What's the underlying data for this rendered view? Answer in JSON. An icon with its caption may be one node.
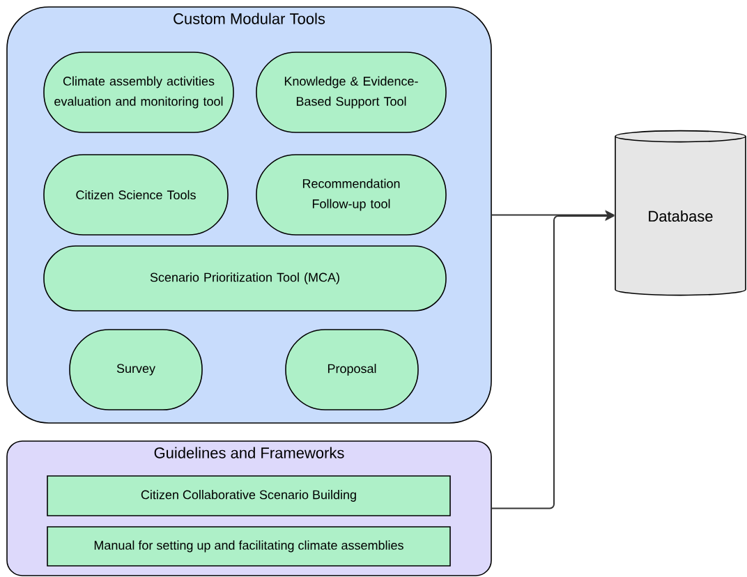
{
  "diagram": {
    "nodes": [
      {
        "text": [
          "Custom Modular Tools"
        ]
      },
      {
        "text": [
          "Climate assembly activities evaluation and monitoring tool"
        ],
        "in": 0
      },
      {
        "text": [
          "Knowledge & Evidence-Based Support Tool"
        ],
        "in": 0
      },
      {
        "text": [
          "Citizen Science Tools"
        ],
        "in": 0
      },
      {
        "text": [
          "Recommendation Follow-up tool"
        ],
        "in": 0
      },
      {
        "text": [
          "Scenario Prioritization Tool (MCA)"
        ],
        "in": 0
      },
      {
        "text": [
          "Survey"
        ],
        "in": 0
      },
      {
        "text": [
          "Proposal"
        ],
        "in": 0
      },
      {
        "text": [
          "Guidelines and Frameworks"
        ]
      },
      {
        "text": [
          "Citizen Collaborative Scenario Building"
        ],
        "in": 8
      },
      {
        "text": [
          "Manual for setting up and facilitating climate assemblies"
        ],
        "in": 8
      },
      {
        "text": [
          "Database"
        ]
      }
    ],
    "edges": [
      {
        "from": 0,
        "to": 11,
        "arrow": "to"
      },
      {
        "from": 8,
        "to": 11,
        "arrow": "to"
      }
    ]
  }
}
